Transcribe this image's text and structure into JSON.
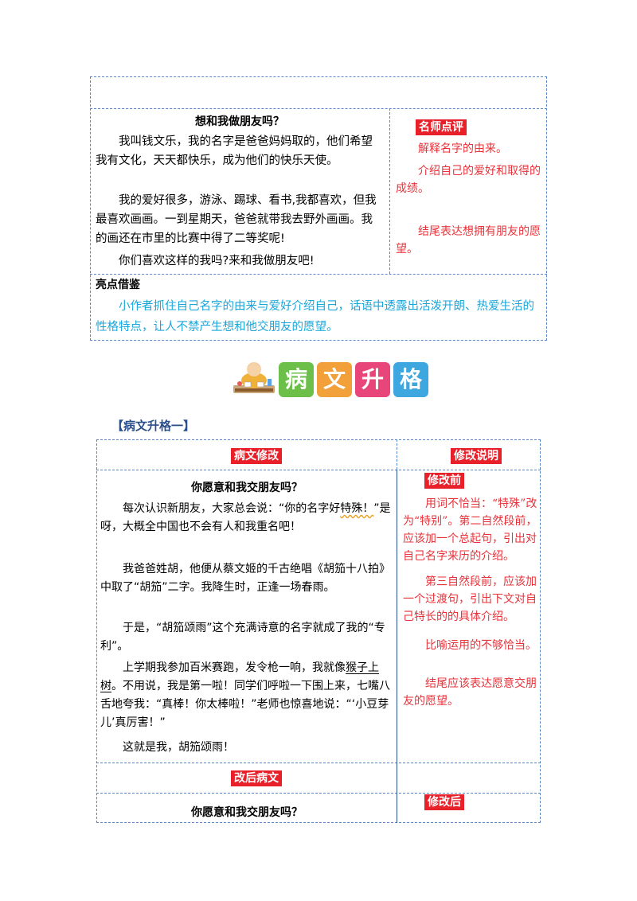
{
  "essay1": {
    "title": "想和我做朋友吗？",
    "paragraphs": [
      "我叫钱文乐，我的名字是爸爸妈妈取的，他们希望我有文化，天天都快乐，成为他们的快乐天使。",
      "我的爱好很多，游泳、踢球、看书,我都喜欢，但我最喜欢画画。一到星期天，爸爸就带我去野外画画。我的画还在市里的比赛中得了二等奖呢!",
      "你们喜欢这样的我吗?来和我做朋友吧!"
    ],
    "review_tag": "名师点评",
    "comments": [
      "解释名字的由来。",
      "介绍自己的爱好和取得的成绩。",
      "结尾表达想拥有朋友的愿望。"
    ],
    "highlight_label": "亮点借鉴",
    "highlight_text": "小作者抓住自己名字的由来与爱好介绍自己，话语中透露出活泼开朗、热爱生活的性格特点，让人不禁产生想和他交朋友的愿望。"
  },
  "banner": {
    "chars": [
      "病",
      "文",
      "升",
      "格"
    ],
    "colors": [
      "#6cc04a",
      "#f2a03a",
      "#e8457a",
      "#3fa7e0"
    ]
  },
  "section": {
    "title": "【病文升格一】",
    "col_left_tag": "病文修改",
    "col_right_tag": "修改说明",
    "essay_title": "你愿意和我交朋友吗？",
    "p1a": "每次认识新朋友，大家总会说：“你的名字好",
    "p1b_wavy": "特殊！",
    "p1c": "”是呀，大概全中国也不会有人和我重名吧！",
    "p2": "我爸爸姓胡，他便从蔡文姬的千古绝唱《胡笳十八拍》中取了“胡笳”二字。我降生时，正逢一场春雨。",
    "p3": "于是，“胡笳颂雨”这个充满诗意的名字就成了我的“专利”。",
    "p4a": "上学期我参加百米赛跑，发令枪一响，我就像",
    "p4b_underline": "猴子上树",
    "p4c": "。不用说，我是第一啦！同学们呼啦一下围上来，七嘴八舌地夸我：“真棒！你太棒啦！”老师也惊喜地说：“‘小豆芽儿’真厉害！”",
    "p5": "这就是我，胡笳颂雨！",
    "before_tag": "修改前",
    "notes": [
      "用词不恰当：“特殊”改为“特别”。第二自然段前，应该加一个总起句，引出对自己名字来历的介绍。",
      "第三自然段前，应该加一个过渡句，引出下文对自己特长的的具体介绍。",
      "比喻运用的不够恰当。",
      "结尾应该表达愿意交朋友的愿望。"
    ],
    "after_label": "改后病文",
    "after_tag": "修改后",
    "after_title": "你愿意和我交朋友吗？"
  }
}
